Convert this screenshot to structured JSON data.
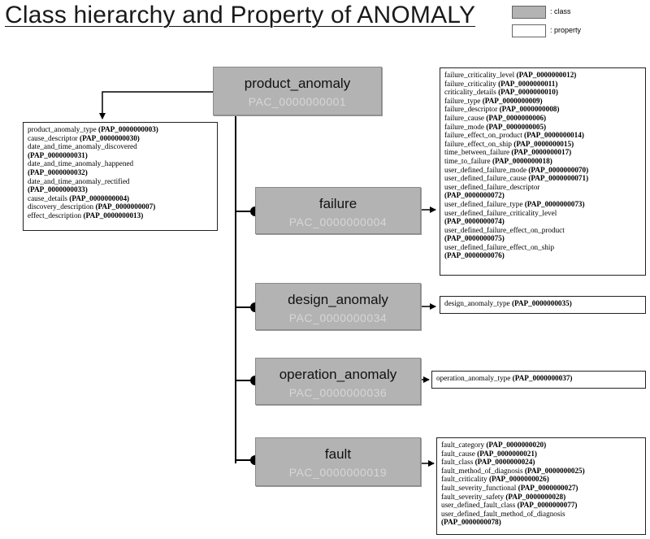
{
  "title": "Class hierarchy and Property of  ANOMALY",
  "legend": {
    "class_label": ": class",
    "property_label": ": property"
  },
  "classes": {
    "product_anomaly": {
      "name": "product_anomaly",
      "code": "PAC_0000000001"
    },
    "failure": {
      "name": "failure",
      "code": "PAC_0000000004"
    },
    "design_anomaly": {
      "name": "design_anomaly",
      "code": "PAC_0000000034"
    },
    "operation_anomaly": {
      "name": "operation_anomaly",
      "code": "PAC_0000000036"
    },
    "fault": {
      "name": "fault",
      "code": "PAC_0000000019"
    }
  },
  "properties": {
    "product_anomaly": [
      [
        "product_anomaly_type ",
        "(PAP_0000000003)"
      ],
      [
        "cause_descriptor ",
        "(PAP_0000000030)"
      ],
      [
        "date_and_time_anomaly_discovered",
        ""
      ],
      [
        "",
        "(PAP_0000000031)"
      ],
      [
        "date_and_time_anomaly_happened",
        ""
      ],
      [
        "",
        "(PAP_0000000032)"
      ],
      [
        "date_and_time_anomaly_rectified",
        ""
      ],
      [
        "",
        "(PAP_0000000033)"
      ],
      [
        "cause_details ",
        "(PAP_0000000004)"
      ],
      [
        "discovery_description ",
        "(PAP_0000000007)"
      ],
      [
        "effect_description ",
        "(PAP_0000000013)"
      ]
    ],
    "failure": [
      [
        "failure_criticality_level ",
        "(PAP_0000000012)"
      ],
      [
        "failure_criticality ",
        "(PAP_0000000011)"
      ],
      [
        "criticality_details ",
        "(PAP_0000000010)"
      ],
      [
        "failure_type ",
        "(PAP_0000000009)"
      ],
      [
        "failure_descriptor ",
        "(PAP_0000000008)"
      ],
      [
        "failure_cause ",
        "(PAP_0000000006)"
      ],
      [
        "failure_mode ",
        "(PAP_0000000005)"
      ],
      [
        "failure_effect_on_product ",
        "(PAP_0000000014)"
      ],
      [
        "failure_effect_on_ship ",
        "(PAP_0000000015)"
      ],
      [
        "time_between_failure ",
        "(PAP_0000000017)"
      ],
      [
        "time_to_failure ",
        "(PAP_0000000018)"
      ],
      [
        "user_defined_failure_mode ",
        "(PAP_0000000070)"
      ],
      [
        "user_defined_failure_cause ",
        "(PAP_0000000071)"
      ],
      [
        "user_defined_failure_descriptor",
        ""
      ],
      [
        "",
        "(PAP_0000000072)"
      ],
      [
        "user_defined_failure_type ",
        "(PAP_0000000073)"
      ],
      [
        "user_defined_failure_criticality_level",
        ""
      ],
      [
        "",
        "(PAP_0000000074)"
      ],
      [
        "user_defined_failure_effect_on_product",
        ""
      ],
      [
        "",
        "(PAP_0000000075)"
      ],
      [
        "user_defined_failure_effect_on_ship",
        ""
      ],
      [
        "",
        "(PAP_0000000076)"
      ]
    ],
    "design_anomaly": [
      [
        "design_anomaly_type ",
        "(PAP_0000000035)"
      ]
    ],
    "operation_anomaly": [
      [
        "operation_anomaly_type ",
        "(PAP_0000000037)"
      ]
    ],
    "fault": [
      [
        "fault_category ",
        "(PAP_0000000020)"
      ],
      [
        "fault_cause ",
        "(PAP_0000000021)"
      ],
      [
        "fault_class ",
        "(PAP_0000000024)"
      ],
      [
        "fault_method_of_diagnosis ",
        "(PAP_0000000025)"
      ],
      [
        "fault_criticality ",
        "(PAP_0000000026)"
      ],
      [
        "fault_severity_functional ",
        "(PAP_0000000027)"
      ],
      [
        "fault_severity_safety ",
        "(PAP_0000000028)"
      ],
      [
        "user_defined_fault_class ",
        "(PAP_0000000077)"
      ],
      [
        "user_defined_fault_method_of_diagnosis",
        ""
      ],
      [
        "",
        "(PAP_0000000078)"
      ]
    ]
  }
}
